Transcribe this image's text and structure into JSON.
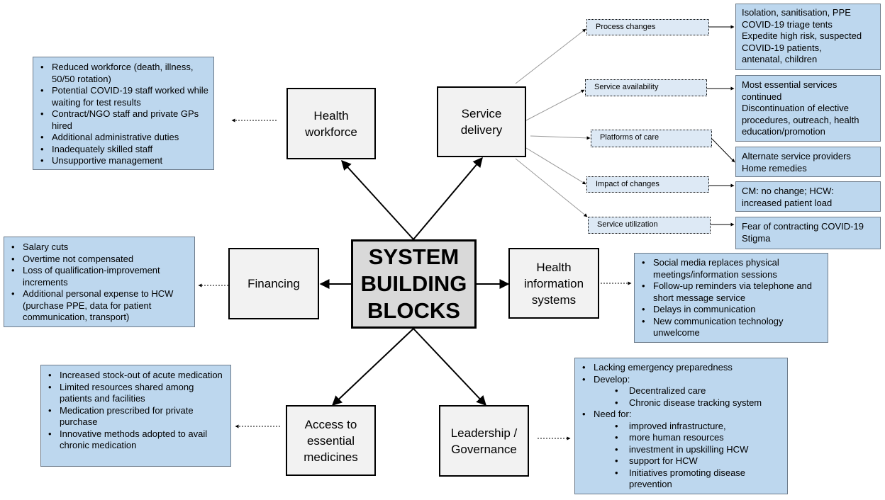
{
  "center": {
    "label": "SYSTEM\nBUILDING\nBLOCKS"
  },
  "blocks": {
    "workforce": "Health\nworkforce",
    "service": "Service\ndelivery",
    "financing": "Financing",
    "info": "Health\ninformation\nsystems",
    "medicines": "Access to\nessential\nmedicines",
    "leadership": "Leadership /\nGovernance"
  },
  "workforce_notes": [
    "Reduced workforce (death, illness, 50/50 rotation)",
    "Potential COVID-19 staff worked while waiting for test results",
    "Contract/NGO staff and private GPs hired",
    "Additional administrative duties",
    "Inadequately skilled staff",
    "Unsupportive management"
  ],
  "financing_notes": [
    "Salary cuts",
    "Overtime not compensated",
    "Loss of qualification-improvement increments",
    "Additional personal expense to HCW (purchase PPE, data for patient communication, transport)"
  ],
  "info_notes": [
    "Social media replaces physical meetings/information sessions",
    "Follow-up reminders via telephone and short message service",
    "Delays in communication",
    "New communication technology unwelcome"
  ],
  "medicines_notes": [
    "Increased stock-out of acute medication",
    "Limited resources shared among patients and facilities",
    "Medication prescribed for private purchase",
    "Innovative methods adopted to avail chronic medication"
  ],
  "leadership_notes": {
    "lacking": "Lacking emergency preparedness",
    "develop": "Develop:",
    "develop_items": [
      "Decentralized care",
      "Chronic disease tracking system"
    ],
    "need": "Need for:",
    "need_items": [
      "improved infrastructure,",
      "more human resources",
      "investment in upskilling HCW",
      "support for HCW",
      "Initiatives promoting disease prevention"
    ]
  },
  "service_labels": [
    "Process changes",
    "Service availability",
    "Platforms of care",
    "Impact of changes",
    "Service utilization"
  ],
  "service_notes": [
    [
      "Isolation, sanitisation, PPE",
      "COVID-19 triage tents",
      "Expedite high risk, suspected",
      "COVID-19 patients,",
      "antenatal, children"
    ],
    [
      "Most essential services",
      "continued",
      "Discontinuation of elective",
      "procedures, outreach, health",
      "education/promotion"
    ],
    [
      "Alternate service providers",
      "Home remedies"
    ],
    [
      "CM: no change; HCW:",
      "increased patient load"
    ],
    [
      "Fear of contracting COVID-19",
      "Stigma"
    ]
  ]
}
